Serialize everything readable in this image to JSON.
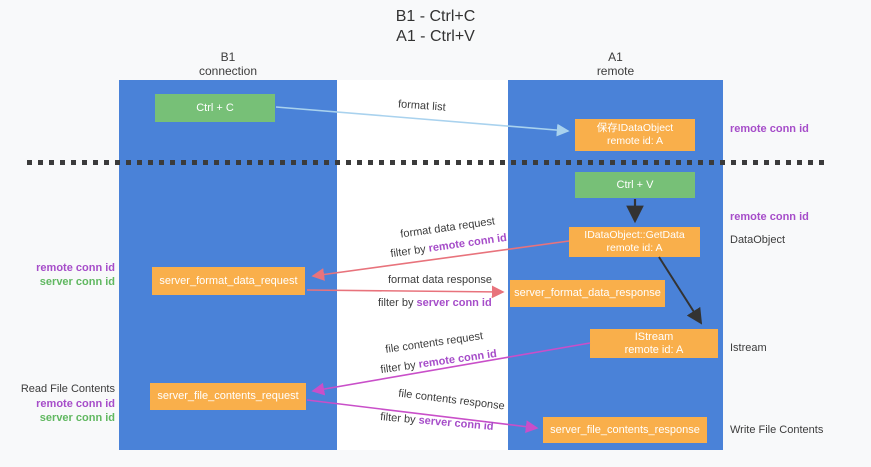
{
  "title": {
    "line1": "B1 - Ctrl+C",
    "line2": "A1 - Ctrl+V"
  },
  "columns": {
    "b1": {
      "name": "B1",
      "subtitle": "connection"
    },
    "a1": {
      "name": "A1",
      "subtitle": "remote"
    }
  },
  "boxes": {
    "ctrl_c": {
      "label": "Ctrl + C"
    },
    "ctrl_v": {
      "label": "Ctrl + V"
    },
    "save_dataobject": {
      "line1": "保存IDataObject",
      "line2": "remote id: A"
    },
    "getdata": {
      "line1": "IDataObject::GetData",
      "line2": "remote id: A"
    },
    "istream": {
      "line1": "IStream",
      "line2": "remote id: A"
    },
    "format_request": {
      "label": "server_format_data_request"
    },
    "format_response": {
      "label": "server_format_data_response"
    },
    "file_request": {
      "label": "server_file_contents_request"
    },
    "file_response": {
      "label": "server_file_contents_response"
    }
  },
  "arrow_labels": {
    "format_list": "format list",
    "format_request": {
      "line1": "format data request",
      "filter_prefix": "filter by ",
      "filter_key": "remote conn id"
    },
    "format_response": {
      "line1": "format data response",
      "filter_prefix": "filter by ",
      "filter_key": "server conn id"
    },
    "file_request": {
      "line1": "file contents request",
      "filter_prefix": "filter by ",
      "filter_key": "remote conn id"
    },
    "file_response": {
      "line1": "file contents response",
      "filter_prefix": "filter by ",
      "filter_key": "server conn id"
    }
  },
  "side_labels": {
    "right_remote_1": "remote conn id",
    "right_remote_2": "remote conn id",
    "right_dataobject": "DataObject",
    "right_istream": "Istream",
    "right_write": "Write File Contents",
    "left_remote_1": "remote conn id",
    "left_server_1": "server conn id",
    "left_read": "Read File Contents",
    "left_remote_2": "remote conn id",
    "left_server_2": "server conn id"
  },
  "colors": {
    "lifeline_blue": "#4a82d8",
    "node_green": "#77c077",
    "node_orange": "#f9af4b",
    "arrow_lightblue": "#a9d2ee",
    "arrow_red": "#e8737c",
    "arrow_magenta": "#c94fc9",
    "arrow_black": "#333333",
    "text_purple": "#a64dc9",
    "text_green": "#61b861",
    "background": "#f8f9fa"
  }
}
